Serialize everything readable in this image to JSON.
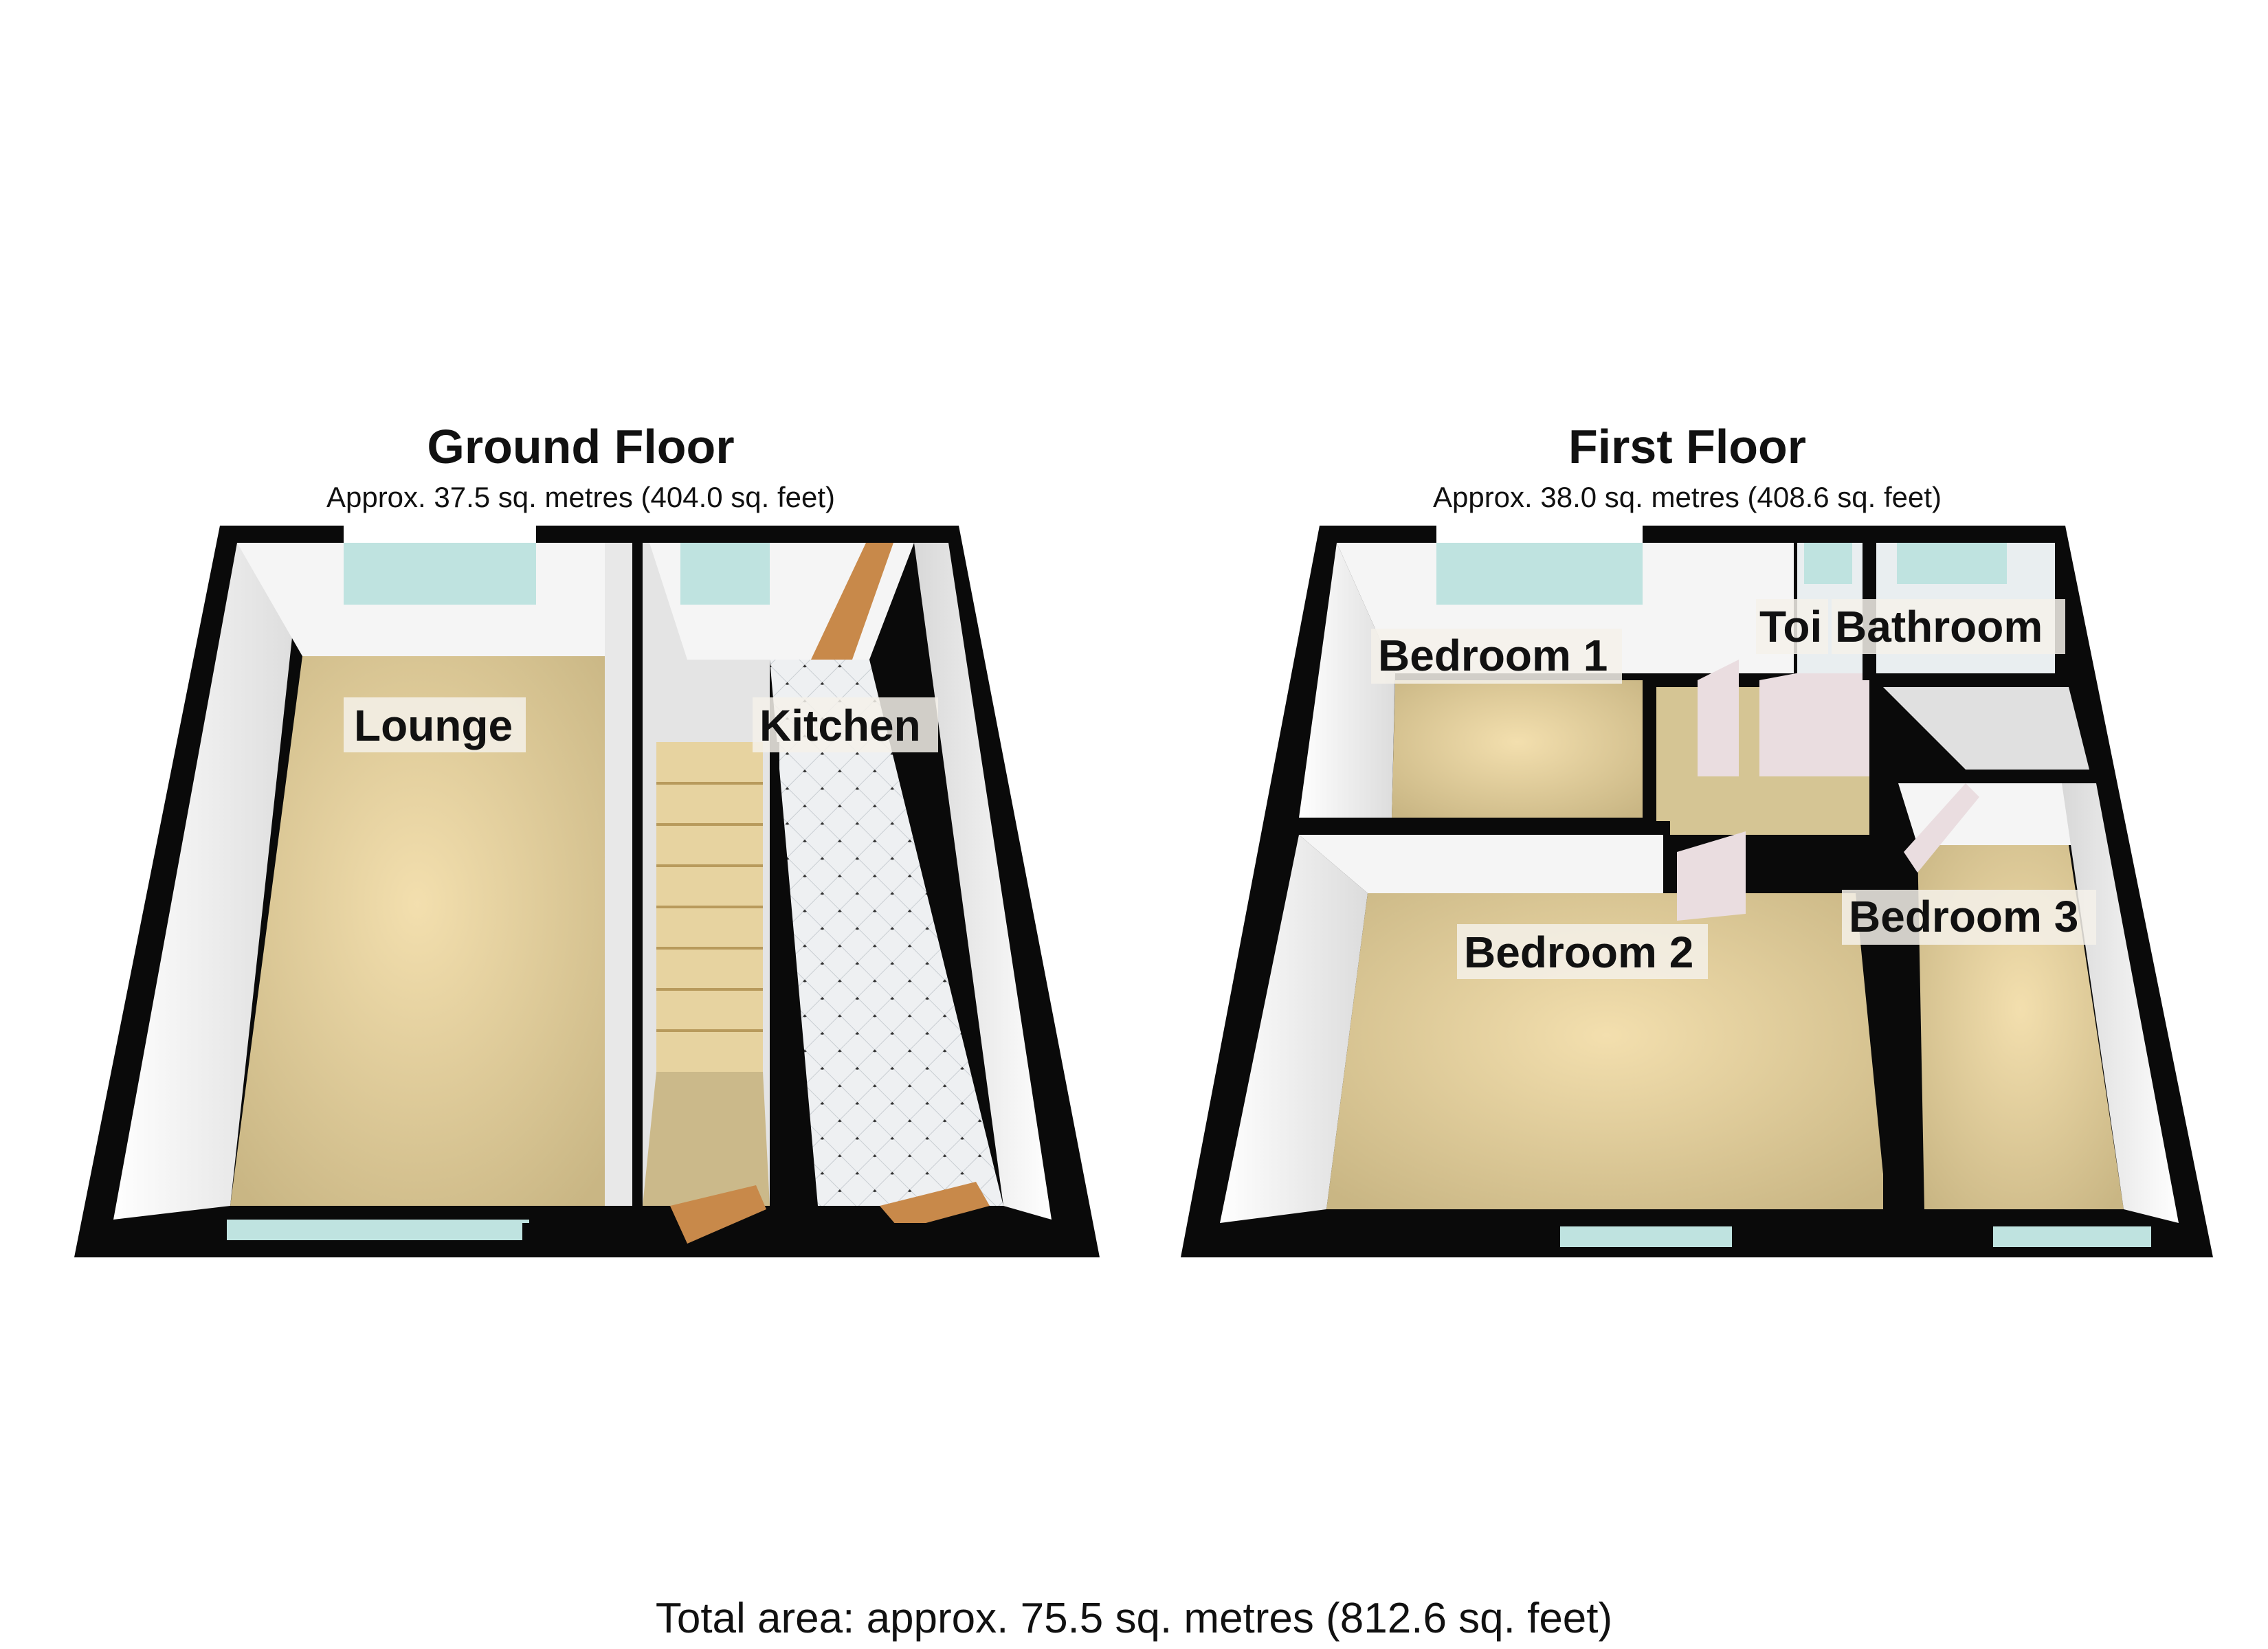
{
  "ground_floor": {
    "title": "Ground Floor",
    "area": "Approx. 37.5 sq. metres (404.0 sq. feet)",
    "rooms": {
      "lounge": "Lounge",
      "kitchen": "Kitchen"
    }
  },
  "first_floor": {
    "title": "First Floor",
    "area": "Approx. 38.0 sq. metres (408.6 sq. feet)",
    "rooms": {
      "bedroom1": "Bedroom 1",
      "bedroom2": "Bedroom 2",
      "bedroom3": "Bedroom 3",
      "toilet": "Toi",
      "bathroom": "Bathroom"
    }
  },
  "total_area": "Total area: approx. 75.5 sq. metres (812.6 sq. feet)",
  "colors": {
    "wall": "#0a0a0a",
    "carpet": "#d8c89a",
    "inner_wall": "#f2f2f2",
    "kitchen_floor": "#e9ecef",
    "window": "#bfe3e0",
    "door": "#c8894a",
    "stairs": "#e7d3a0"
  }
}
